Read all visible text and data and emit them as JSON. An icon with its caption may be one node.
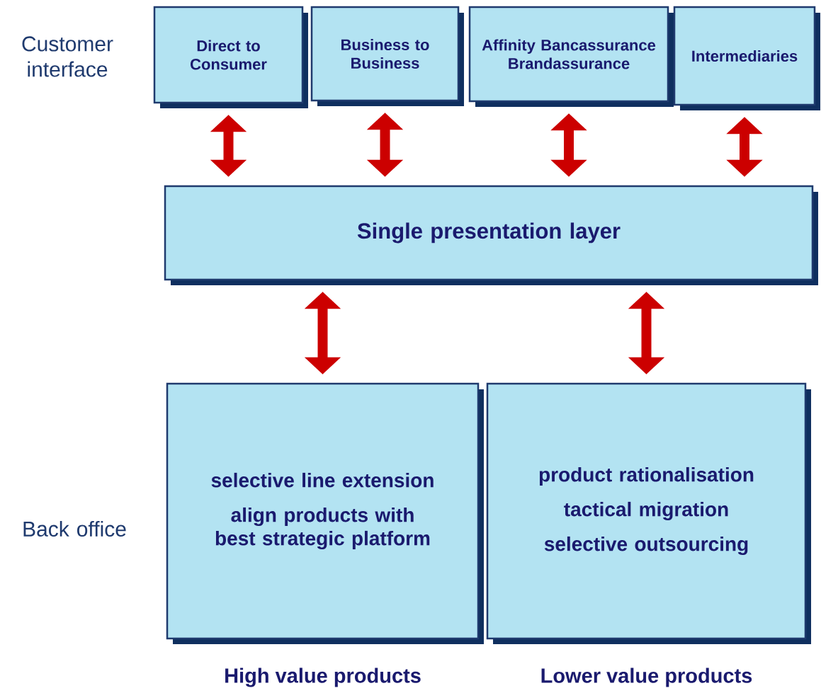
{
  "diagram": {
    "nodes": [
      {
        "text": [
          "Direct to Consumer"
        ]
      },
      {
        "text": [
          "Business to Business"
        ]
      },
      {
        "text": [
          "Affinity Bancassurance Brandassurance"
        ]
      },
      {
        "text": [
          "Intermediaries"
        ]
      },
      {
        "text": [
          "Single presentation layer"
        ]
      },
      {
        "text": [
          "selective line extension",
          "align products with best strategic platform"
        ],
        "beside": [
          "High value products"
        ]
      },
      {
        "text": [
          "product rationalisation",
          "tactical migration",
          "selective outsourcing"
        ],
        "beside": [
          "Lower value products"
        ]
      }
    ],
    "edges": [
      {
        "from": 0,
        "to": 4,
        "arrow": "both"
      },
      {
        "from": 1,
        "to": 4,
        "arrow": "both"
      },
      {
        "from": 2,
        "to": 4,
        "arrow": "both"
      },
      {
        "from": 3,
        "to": 4,
        "arrow": "both"
      },
      {
        "from": 4,
        "to": 5,
        "arrow": "both"
      },
      {
        "from": 4,
        "to": 6,
        "arrow": "both"
      }
    ],
    "labels": [
      "Customer interface",
      "Back office"
    ]
  }
}
